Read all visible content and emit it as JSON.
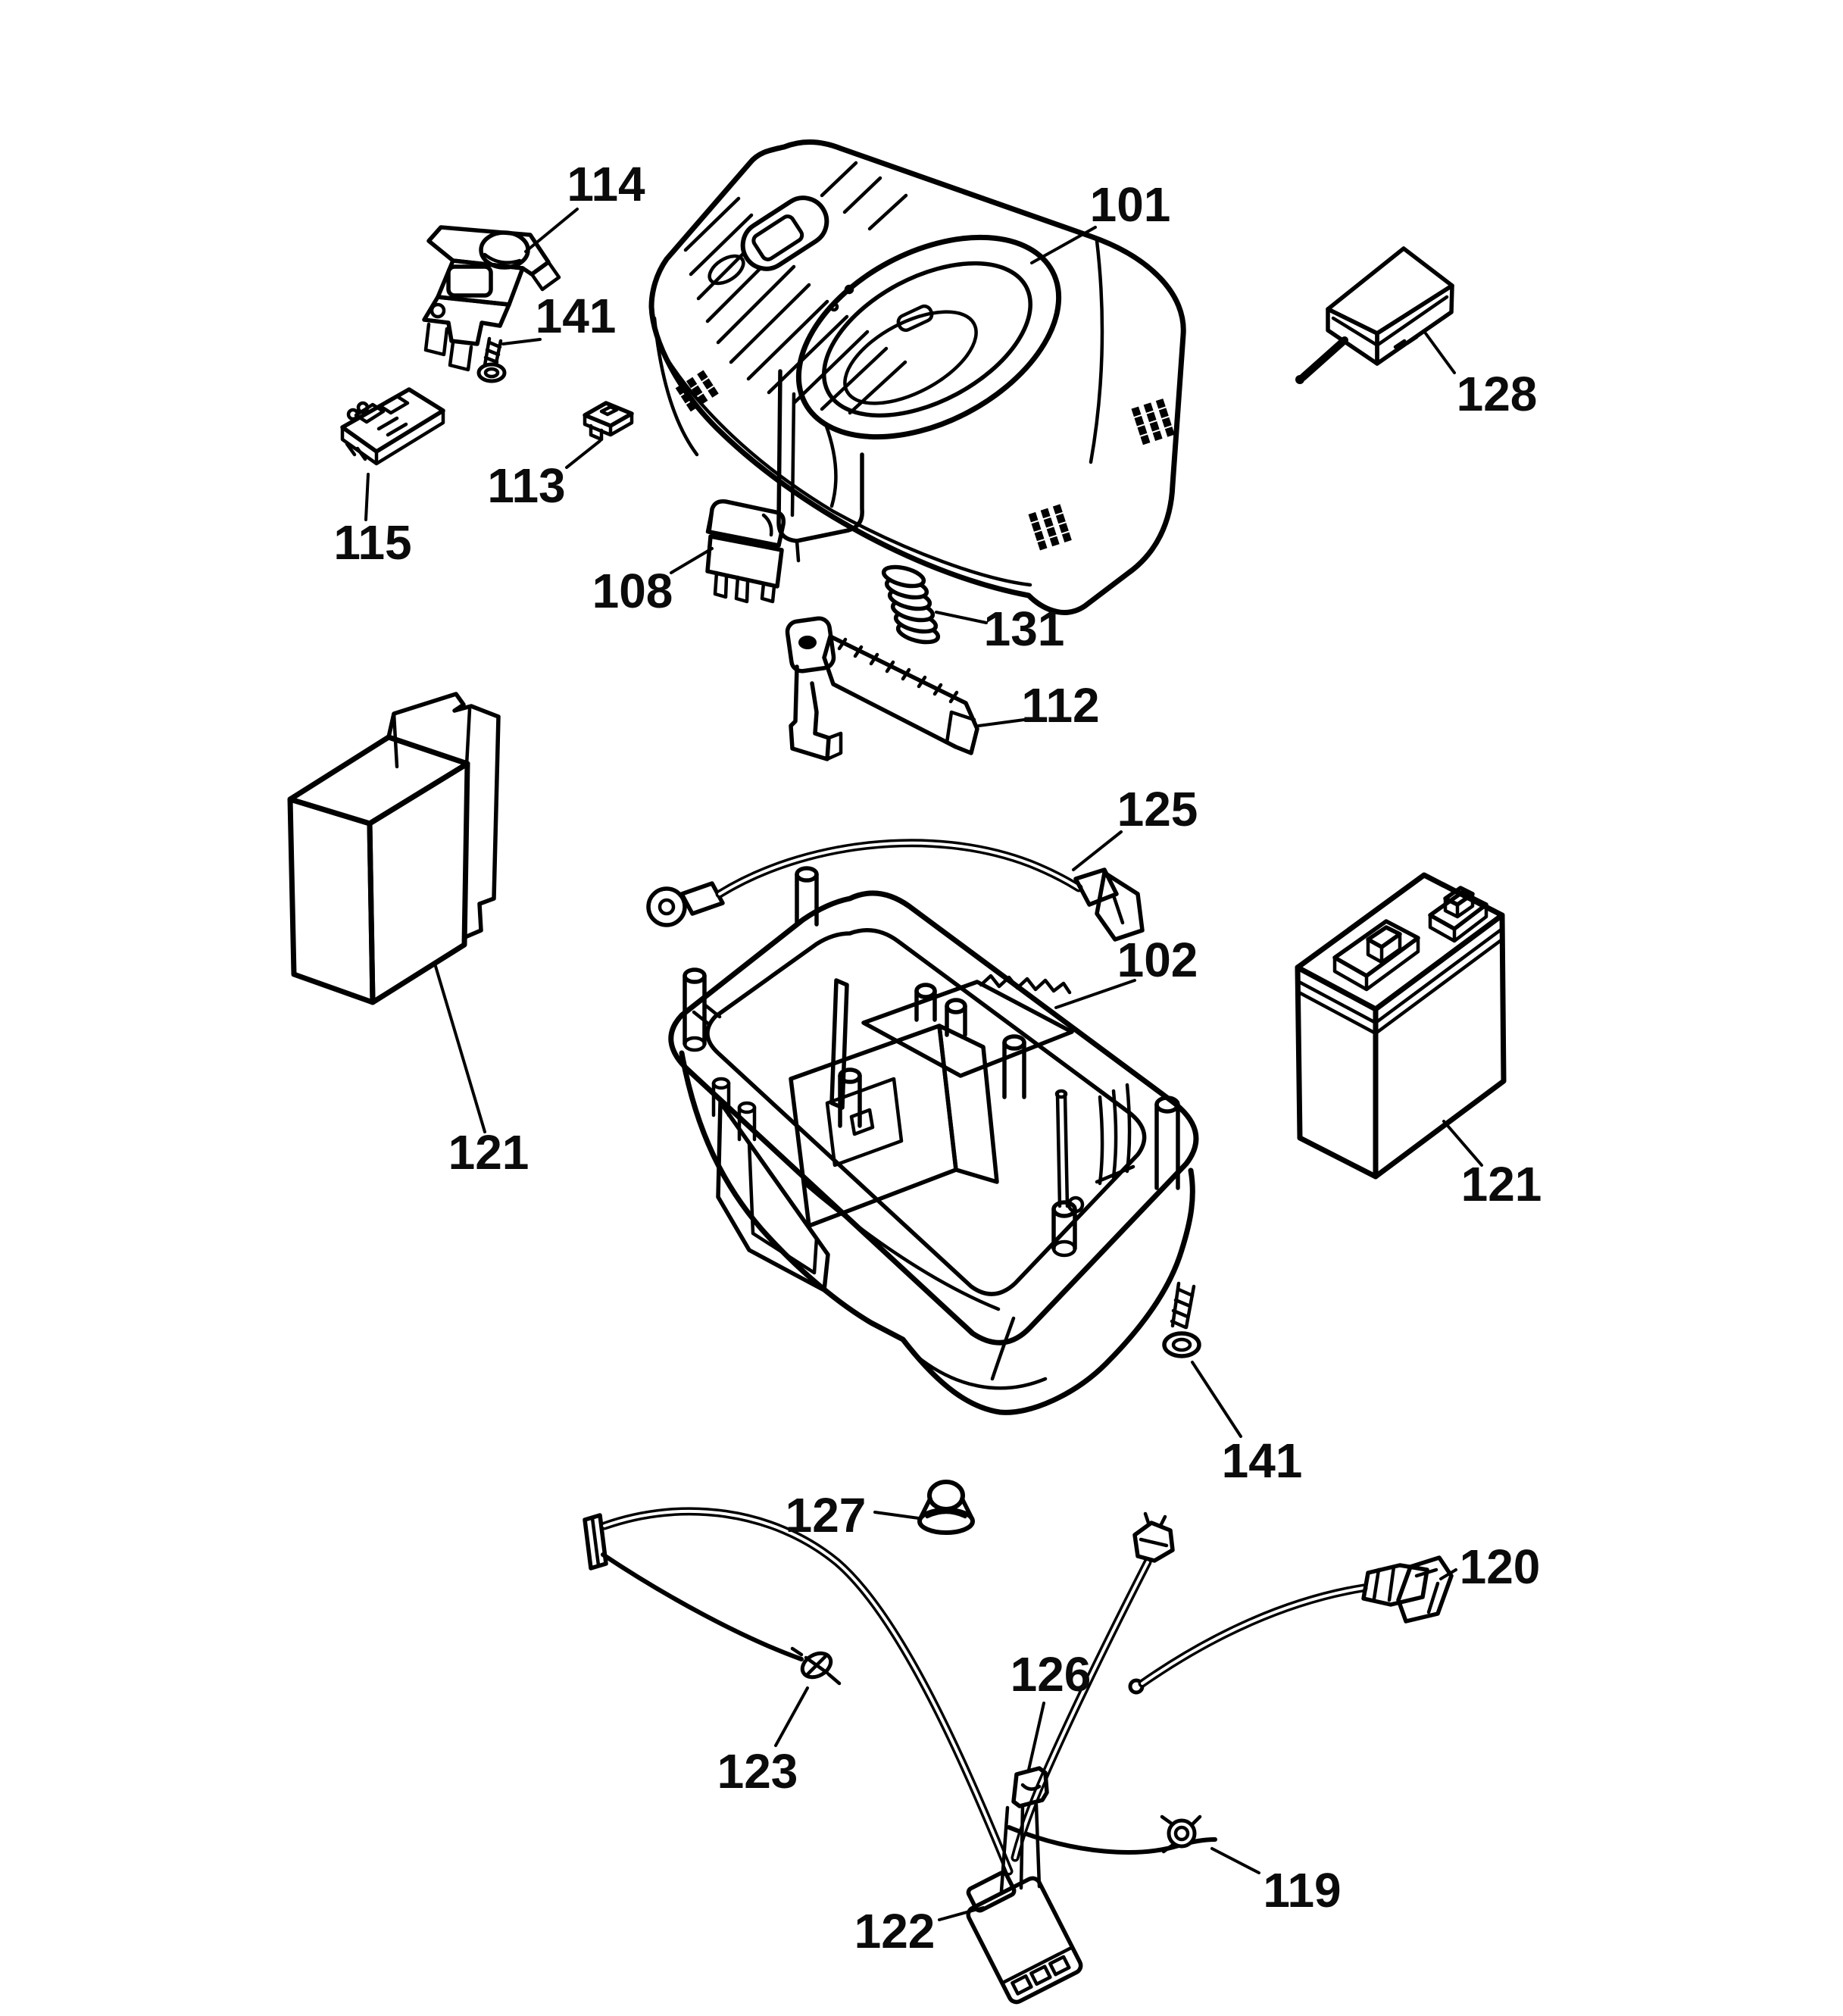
{
  "diagram_colors": {
    "background": "#ffffff",
    "line": "#000000",
    "label_text": "#0b0b0b"
  },
  "labels": {
    "l101": "101",
    "l102": "102",
    "l108": "108",
    "l112": "112",
    "l113": "113",
    "l114": "114",
    "l115": "115",
    "l119": "119",
    "l120": "120",
    "l121_left": "121",
    "l121_right": "121",
    "l122": "122",
    "l123": "123",
    "l125": "125",
    "l126": "126",
    "l127": "127",
    "l128": "128",
    "l131": "131",
    "l141_top": "141",
    "l141_bottom": "141"
  }
}
